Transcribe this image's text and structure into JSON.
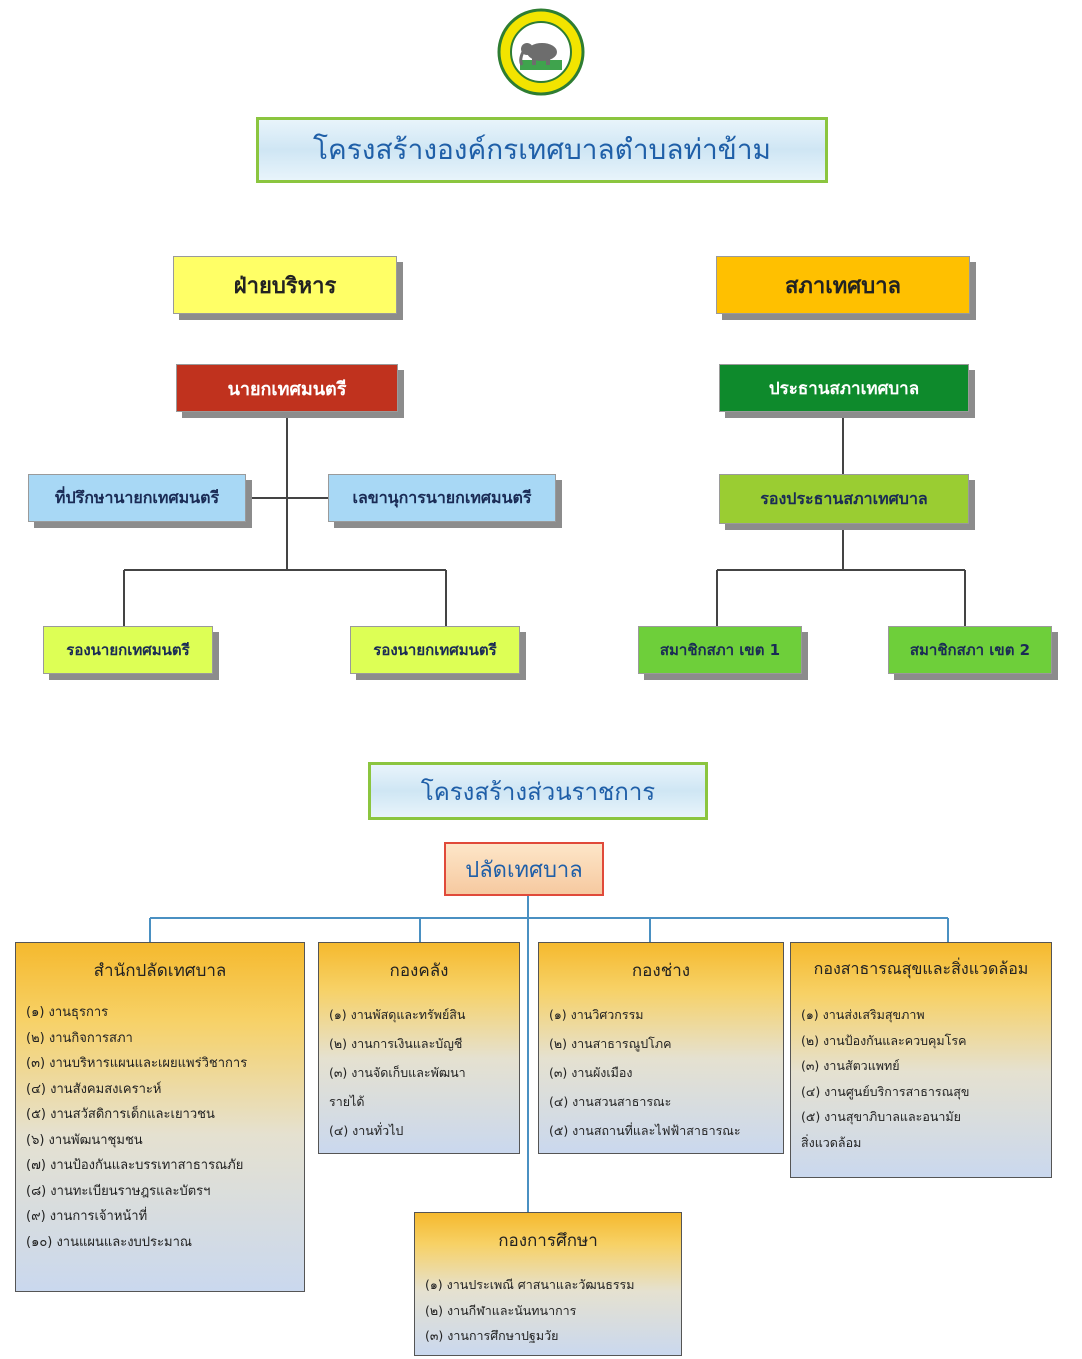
{
  "title": "โครงสร้างองค์กรเทศบาลตำบลท่าข้าม",
  "executive": {
    "label": "ฝ่ายบริหาร",
    "mayor": "นายกเทศมนตรี",
    "advisor": "ที่ปรึกษานายกเทศมนตรี",
    "secretary": "เลขานุการนายกเทศมนตรี",
    "deputies": [
      "รองนายกเทศมนตรี",
      "รองนายกเทศมนตรี"
    ]
  },
  "council": {
    "label": "สภาเทศบาล",
    "president": "ประธานสภาเทศบาล",
    "vice_president": "รองประธานสภาเทศบาล",
    "members": [
      "สมาชิกสภา เขต 1",
      "สมาชิกสภา เขต 2"
    ]
  },
  "government": {
    "title": "โครงสร้างส่วนราชการ",
    "clerk": "ปลัดเทศบาล",
    "departments": [
      {
        "name": "สำนักปลัดเทศบาล",
        "items": [
          "(๑) งานธุรการ",
          "(๒) งานกิจการสภา",
          "(๓) งานบริหารแผนและเผยแพร่วิชาการ",
          "(๔) งานสังคมสงเคราะห์",
          "(๕) งานสวัสดิการเด็กและเยาวชน",
          "(๖) งานพัฒนาชุมชน",
          "(๗) งานป้องกันและบรรเทาสาธารณภัย",
          "(๘) งานทะเบียนราษฎรและบัตรฯ",
          "(๙) งานการเจ้าหน้าที่",
          "(๑๐) งานแผนและงบประมาณ"
        ]
      },
      {
        "name": "กองคลัง",
        "items": [
          "(๑) งานพัสดุและทรัพย์สิน",
          "(๒) งานการเงินและบัญชี",
          "(๓) งานจัดเก็บและพัฒนา",
          "รายได้",
          "(๔) งานทั่วไป"
        ]
      },
      {
        "name": "กองช่าง",
        "items": [
          "(๑) งานวิศวกรรม",
          "(๒) งานสาธารณูปโภค",
          "(๓) งานผังเมือง",
          "(๔) งานสวนสาธารณะ",
          "(๕) งานสถานที่และไฟฟ้าสาธารณะ"
        ]
      },
      {
        "name": "กองสาธารณสุขและสิ่งแวดล้อม",
        "items": [
          "(๑) งานส่งเสริมสุขภาพ",
          "(๒) งานป้องกันและควบคุมโรค",
          "(๓) งานสัตวแพทย์",
          "(๔) งานศูนย์บริการสาธารณสุข",
          "(๕) งานสุขาภิบาลและอนามัย",
          "สิ่งแวดล้อม"
        ]
      },
      {
        "name": "กองการศึกษา",
        "items": [
          "(๑) งานประเพณี ศาสนาและวัฒนธรรม",
          "(๒) งานกีฬาและนันทนาการ",
          "(๓) งานการศึกษาปฐมวัย"
        ]
      }
    ]
  },
  "colors": {
    "yellow": "#ffff66",
    "gold": "#ffc000",
    "red": "#c0321e",
    "green_dark": "#0e8a2c",
    "lime": "#9acd32",
    "yellow_green": "#ddff55",
    "light_blue": "#a8d8f5",
    "title_text": "#1f5fa8"
  }
}
